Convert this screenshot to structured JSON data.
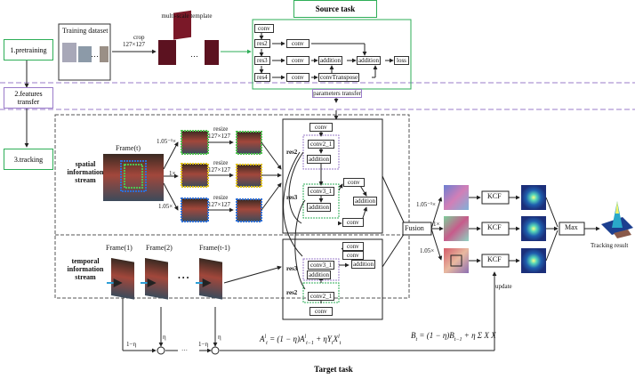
{
  "source_task": {
    "title": "Source task"
  },
  "target_task": {
    "title": "Target task"
  },
  "stages": {
    "pretraining": "1.pretraining",
    "features_transfer": "2.features transfer",
    "tracking": "3.tracking"
  },
  "training": {
    "dataset_label": "Training dataset",
    "crop_label": "crop",
    "crop_size": "127×127",
    "multiscale_label": "multi-scale template"
  },
  "source_net": {
    "conv_top": "conv",
    "res2": "res2",
    "res3": "res3",
    "res4": "res4",
    "conv_a": "conv",
    "conv_b": "conv",
    "conv_c": "conv",
    "addition1": "addition",
    "addition2": "addition",
    "conv_transpose": "convTranspose",
    "loss": "loss"
  },
  "params_transfer": "parameters transfer",
  "spatial": {
    "stream_label": "spatial information stream",
    "frame_label": "Frame(t)",
    "scales": [
      "1.05⁻¹×",
      "1×",
      "1.05×"
    ],
    "resize_label": "resize",
    "resize_size": "127×127"
  },
  "spatial_net": {
    "conv_top": "conv",
    "res2": "res2",
    "conv2_1": "conv2_1",
    "addition_a": "addition",
    "res3": "res3",
    "conv3_1": "conv3_1",
    "addition_b": "addition",
    "conv_r1": "conv",
    "addition_r": "addition",
    "conv_r2": "conv"
  },
  "temporal": {
    "stream_label": "temporal information stream",
    "frames": [
      "Frame(1)",
      "Frame(2)",
      "Frame(t-1)"
    ],
    "ellipsis": "• • •",
    "weights": [
      "1−η",
      "η",
      "1−η",
      "η"
    ]
  },
  "temporal_net": {
    "conv1": "conv",
    "conv2": "conv",
    "addition_r": "addition",
    "res3": "res3",
    "conv3_1": "conv3_1",
    "addition_b": "addition",
    "res2": "res2",
    "conv2_1": "conv2_1",
    "conv_bottom": "conv"
  },
  "tracking": {
    "fusion": "Fusion",
    "scales": [
      "1.05⁻¹×",
      "1×",
      "1.05×"
    ],
    "kcf": "KCF",
    "max": "Max",
    "result": "Tracking result",
    "update": "update"
  },
  "formulas": {
    "a_lhs": "A",
    "a_rhs": "= (1 − η)A",
    "a_rest": "+ ηY",
    "b_lhs": "B",
    "b_rhs": "= (1 − η)B",
    "b_rest": "+ η Σ X X"
  },
  "colors": {
    "green": "#2eae57",
    "purple": "#9a7bc9",
    "heat_blue": "#1c3f8f"
  }
}
